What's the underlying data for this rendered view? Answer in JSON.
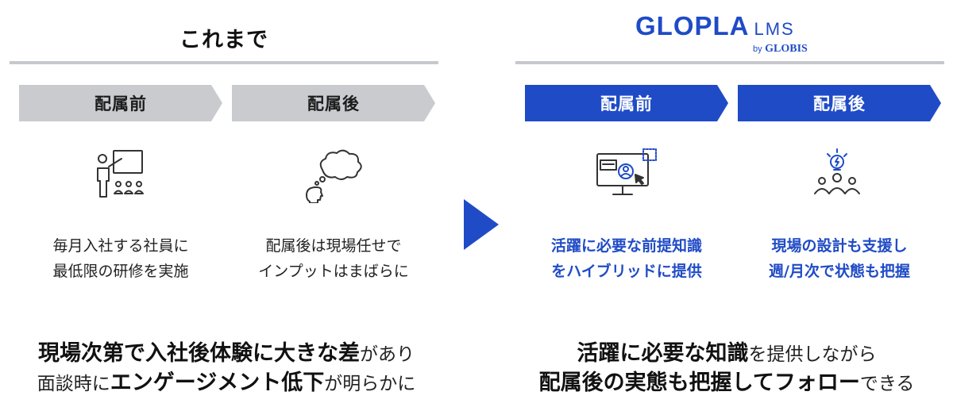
{
  "before": {
    "heading": "これまで",
    "phases": [
      {
        "label": "配属前",
        "description_lines": [
          "毎月入社する社員に",
          "最低限の研修を実施"
        ]
      },
      {
        "label": "配属後",
        "description_lines": [
          "配属後は現場任せで",
          "インプットはまばらに"
        ]
      }
    ],
    "summary": {
      "line1": [
        {
          "text": "現場次第で入社後体験に大きな差",
          "strong": true
        },
        {
          "text": "があり",
          "strong": false
        }
      ],
      "line2": [
        {
          "text": "面談時に",
          "strong": false
        },
        {
          "text": "エンゲージメント低下",
          "strong": true
        },
        {
          "text": "が明らかに",
          "strong": false
        }
      ]
    }
  },
  "after": {
    "logo": {
      "main": "GLOPLA",
      "suffix": "LMS",
      "by": "by",
      "company": "GLOBIS"
    },
    "phases": [
      {
        "label": "配属前",
        "description_lines": [
          "活躍に必要な前提知識",
          "をハイブリッドに提供"
        ]
      },
      {
        "label": "配属後",
        "description_lines": [
          "現場の設計も支援し",
          "週/月次で状態も把握"
        ]
      }
    ],
    "summary": {
      "line1": [
        {
          "text": "活躍に必要な知識",
          "strong": true
        },
        {
          "text": "を提供しながら",
          "strong": false
        }
      ],
      "line2": [
        {
          "text": "配属後の実態も把握してフォロー",
          "strong": true
        },
        {
          "text": "できる",
          "strong": false
        }
      ]
    }
  },
  "icons": {
    "before_pre": "presentation-teacher-icon",
    "before_post": "thinking-person-icon",
    "after_pre": "monitor-elearning-icon",
    "after_post": "team-idea-icon",
    "arrow": "transition-arrow-icon"
  },
  "colors": {
    "accent": "#1f4bc6",
    "gray_chevron": "#c9cbcf",
    "rule": "#c6c8cc",
    "text": "#222222"
  }
}
